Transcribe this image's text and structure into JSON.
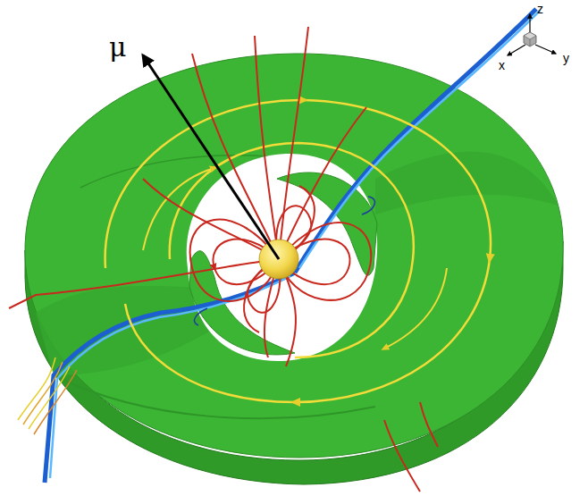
{
  "diagram": {
    "labels": [
      "μ",
      "z",
      "x",
      "y"
    ]
  }
}
